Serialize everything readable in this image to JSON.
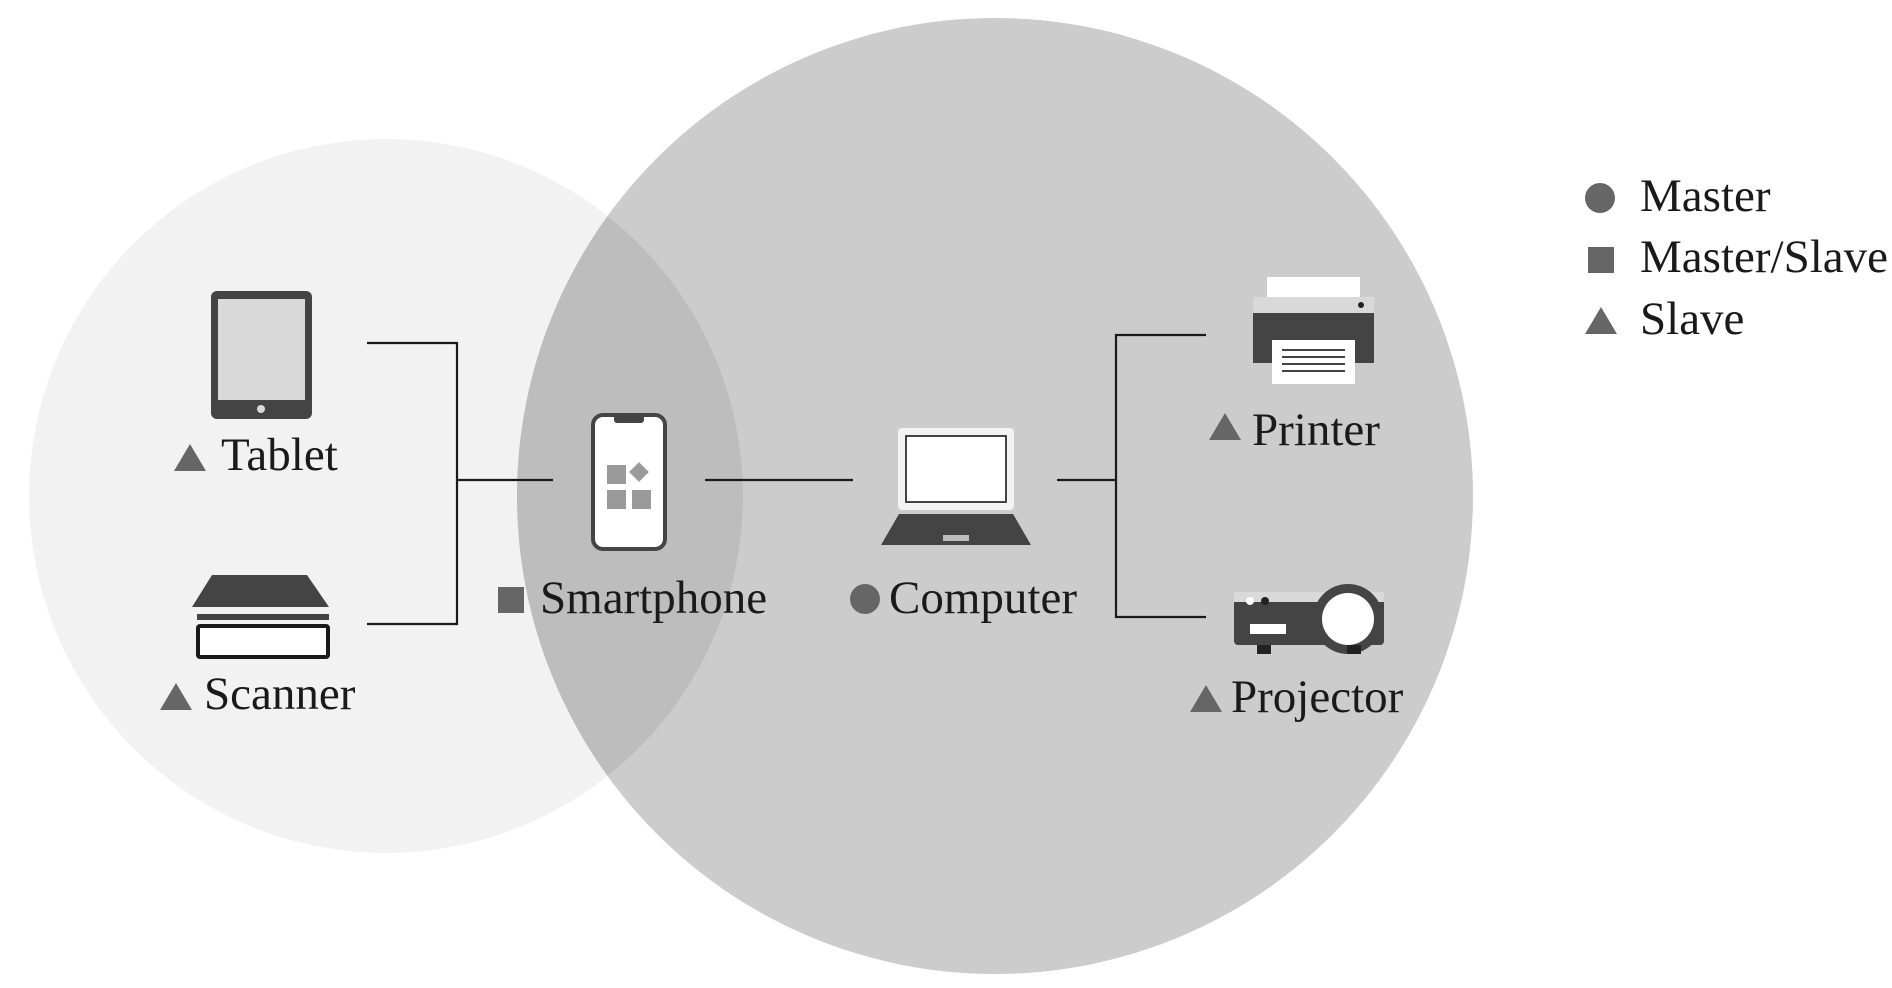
{
  "colors": {
    "small_circle": "#f2f2f2",
    "large_circle": "#cccccc",
    "overlap": "#bdbdbd",
    "icon_dark": "#444444",
    "icon_mid": "#555555",
    "marker": "#666666",
    "line": "#1a1a1a"
  },
  "legend": {
    "master": {
      "label": "Master",
      "marker": "circle"
    },
    "master_slave": {
      "label": "Master/Slave",
      "marker": "square"
    },
    "slave": {
      "label": "Slave",
      "marker": "triangle"
    }
  },
  "devices": {
    "tablet": {
      "label": "Tablet",
      "role": "slave",
      "icon": "tablet-icon"
    },
    "scanner": {
      "label": "Scanner",
      "role": "slave",
      "icon": "scanner-icon"
    },
    "smartphone": {
      "label": "Smartphone",
      "role": "master_slave",
      "icon": "smartphone-icon"
    },
    "computer": {
      "label": "Computer",
      "role": "master",
      "icon": "laptop-icon"
    },
    "printer": {
      "label": "Printer",
      "role": "slave",
      "icon": "printer-icon"
    },
    "projector": {
      "label": "Projector",
      "role": "slave",
      "icon": "projector-icon"
    }
  }
}
